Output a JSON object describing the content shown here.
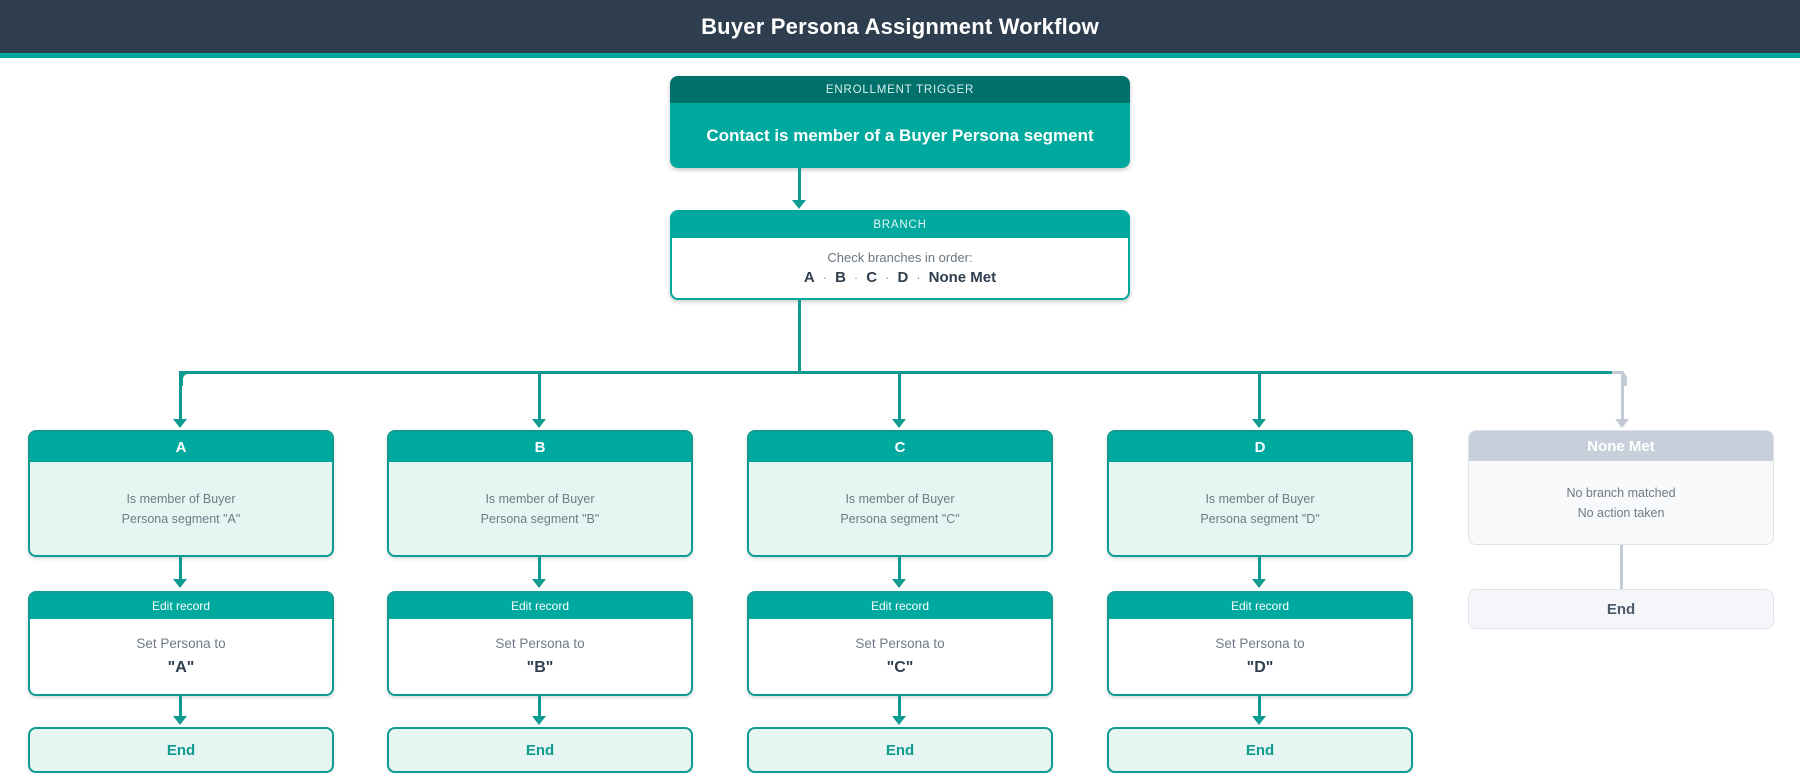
{
  "header": {
    "title": "Buyer Persona Assignment Workflow"
  },
  "trigger": {
    "kicker": "ENROLLMENT TRIGGER",
    "text": "Contact is member of a Buyer Persona segment"
  },
  "branch_node": {
    "kicker": "BRANCH",
    "caption": "Check branches in order:",
    "separator": "·",
    "order": [
      "A",
      "B",
      "C",
      "D"
    ],
    "fallback": "None Met"
  },
  "branches": [
    {
      "label": "A",
      "condition_line1": "Is member of Buyer",
      "condition_line2": "Persona segment \"A\"",
      "action_kicker": "Edit record",
      "action_label": "Set Persona to",
      "action_value": "\"A\"",
      "end_label": "End"
    },
    {
      "label": "B",
      "condition_line1": "Is member of Buyer",
      "condition_line2": "Persona segment \"B\"",
      "action_kicker": "Edit record",
      "action_label": "Set Persona to",
      "action_value": "\"B\"",
      "end_label": "End"
    },
    {
      "label": "C",
      "condition_line1": "Is member of Buyer",
      "condition_line2": "Persona segment \"C\"",
      "action_kicker": "Edit record",
      "action_label": "Set Persona to",
      "action_value": "\"C\"",
      "end_label": "End"
    },
    {
      "label": "D",
      "condition_line1": "Is member of Buyer",
      "condition_line2": "Persona segment \"D\"",
      "action_kicker": "Edit record",
      "action_label": "Set Persona to",
      "action_value": "\"D\"",
      "end_label": "End"
    }
  ],
  "none_met": {
    "label": "None Met",
    "line1": "No branch matched",
    "line2": "No action taken",
    "end_label": "End"
  },
  "colors": {
    "header_bg": "#2f3e4e",
    "accent": "#00a99d",
    "accent_dark": "#00706b",
    "connector": "#0f9b92",
    "muted": "#c6cfda",
    "muted_connector": "#c3ccd6",
    "branch_body": "#e6f5f2"
  }
}
